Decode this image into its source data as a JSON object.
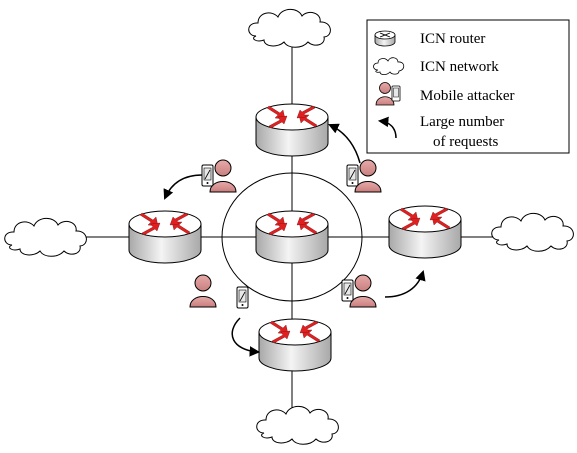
{
  "legend": {
    "items": [
      {
        "icon": "router-icon",
        "label": "ICN router"
      },
      {
        "icon": "cloud-icon",
        "label": "ICN network"
      },
      {
        "icon": "mobile-attacker-icon",
        "label": "Mobile attacker"
      },
      {
        "icon": "curved-arrow-icon",
        "label_lines": [
          "Large number",
          "of requests"
        ]
      }
    ]
  },
  "colors": {
    "router_arrow": "#e02020",
    "attacker_body": "#d99594",
    "line": "#000000",
    "router_top": "#ffffff",
    "router_side_dark": "#a8a8a8"
  }
}
